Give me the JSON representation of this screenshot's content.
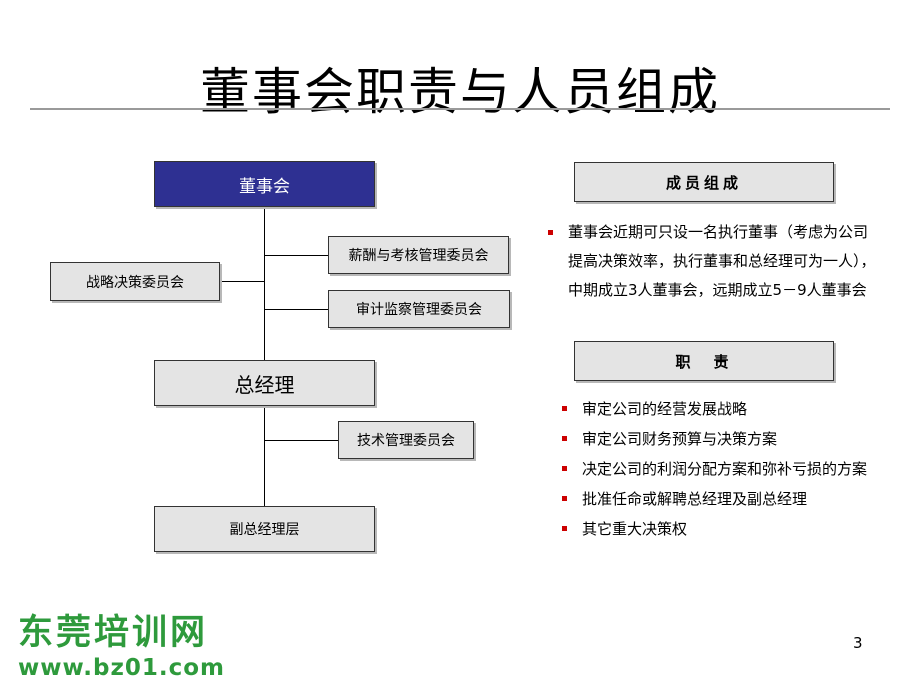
{
  "title": "董事会职责与人员组成",
  "org_chart": {
    "board": "董事会",
    "compensation_committee": "薪酬与考核管理委员会",
    "strategy_committee": "战略决策委员会",
    "audit_committee": "审计监察管理委员会",
    "general_manager": "总经理",
    "tech_committee": "技术管理委员会",
    "deputy_gm": "副总经理层"
  },
  "members": {
    "header": "成员组成",
    "text": "董事会近期可只设一名执行董事（考虑为公司提高决策效率，执行董事和总经理可为一人），中期成立3人董事会，远期成立5－9人董事会"
  },
  "duties": {
    "header": "职　责",
    "items": [
      "审定公司的经营发展战略",
      "审定公司财务预算与决策方案",
      "决定公司的利润分配方案和弥补亏损的方案",
      "批准任命或解聘总经理及副总经理",
      "其它重大决策权"
    ]
  },
  "page_number": "3",
  "logo": {
    "name": "东莞培训网",
    "url": "www.bz01.com"
  },
  "colors": {
    "board_fill": "#2e3092",
    "box_fill": "#e4e4e4",
    "bullet": "#cc0000",
    "logo": "#2e9a3c"
  }
}
